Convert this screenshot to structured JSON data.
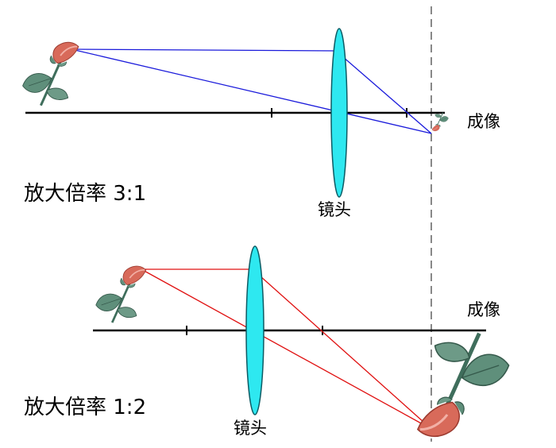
{
  "top": {
    "magnification_label": "放大倍率 3:1",
    "lens_label": "镜头",
    "image_label": "成像",
    "ray_color": "#1a1adb"
  },
  "bottom": {
    "magnification_label": "放大倍率 1:2",
    "lens_label": "镜头",
    "image_label": "成像",
    "ray_color": "#e01010"
  },
  "colors": {
    "lens_fill": "#2ee8f0",
    "lens_stroke": "#0d5b64",
    "axis": "#000000",
    "image_plane": "#888888",
    "leaf": "#5f8f7b",
    "petal": "#d86a5a"
  },
  "icons": {
    "object": "rosebud-icon",
    "image": "rosebud-icon"
  }
}
